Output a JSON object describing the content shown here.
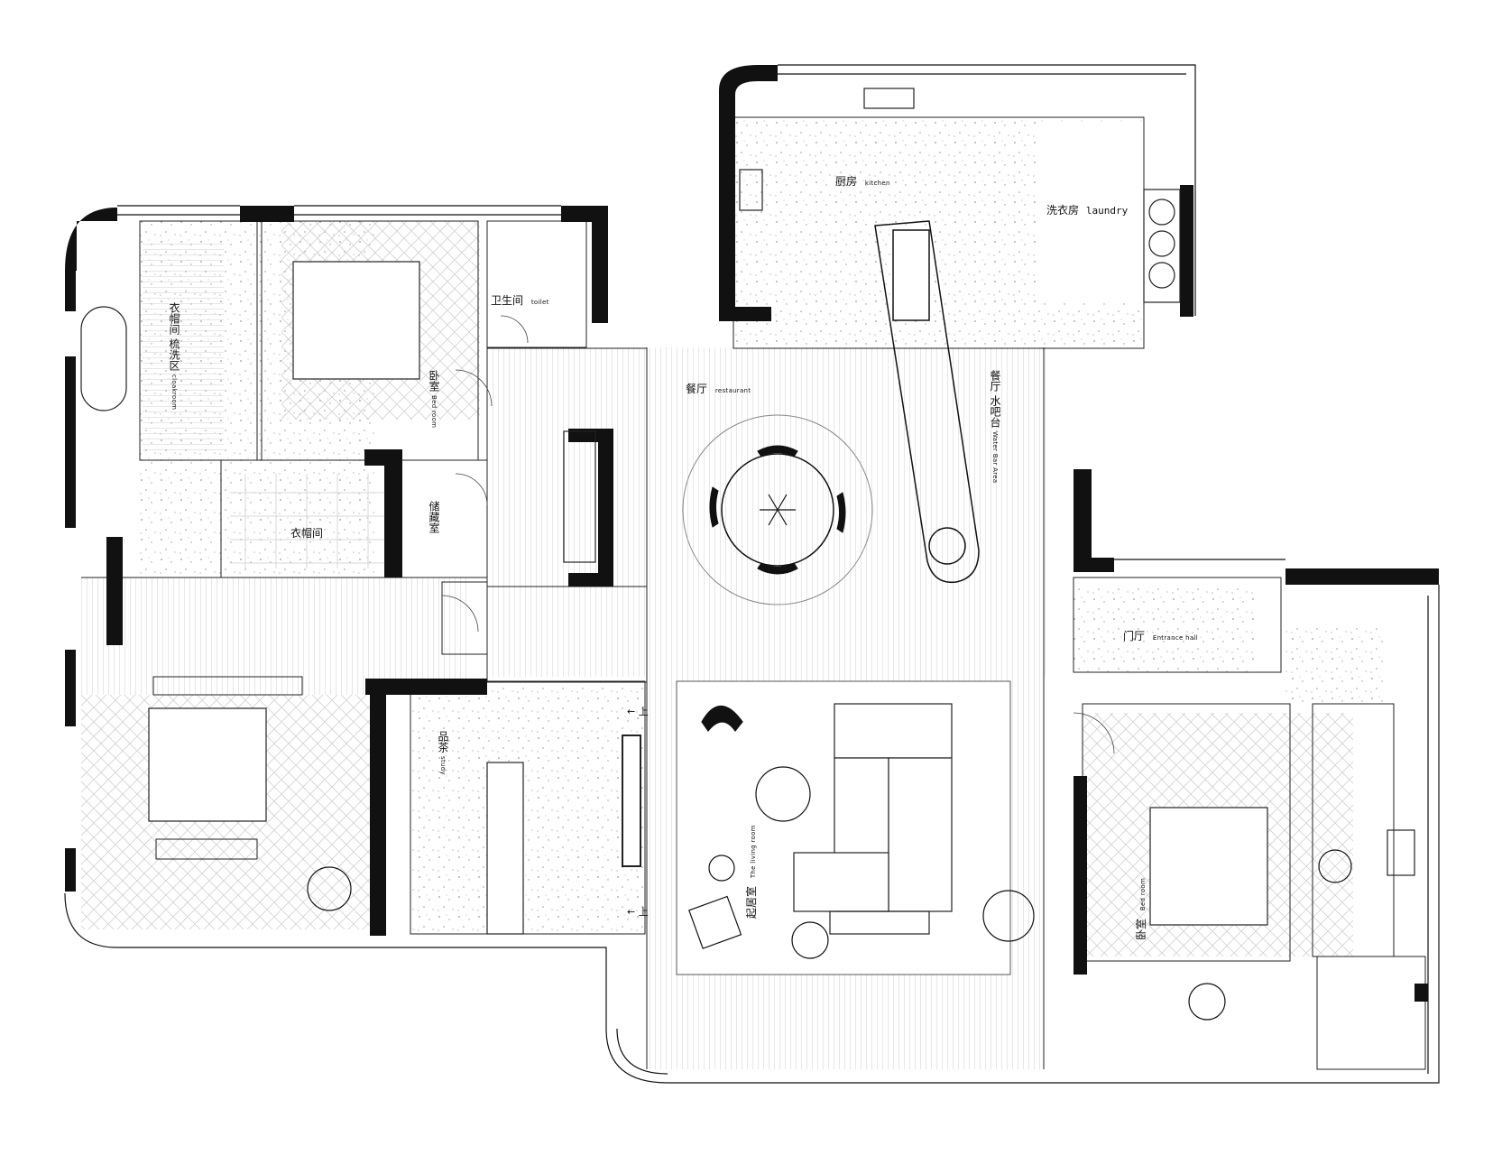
{
  "rooms": {
    "cloakroom": {
      "cn": "衣帽间  梳洗区",
      "en": "cloakroom"
    },
    "bedroom_nw": {
      "cn": "卧室",
      "en": "Bed room"
    },
    "toilet": {
      "cn": "卫生间",
      "en": "toilet"
    },
    "storage": {
      "cn": "储藏室"
    },
    "closet": {
      "cn": "衣帽间"
    },
    "kitchen": {
      "cn": "厨房",
      "en": "kitchen"
    },
    "laundry": {
      "cn": "洗衣房",
      "en": "laundry"
    },
    "restaurant": {
      "cn": "餐厅",
      "en": "restaurant"
    },
    "water_bar": {
      "cn": "餐厅 水吧台",
      "en": "Water Bar Area"
    },
    "entrance": {
      "cn": "门厅",
      "en": "Entrance hall"
    },
    "study": {
      "cn": "品茶",
      "en": "study"
    },
    "living": {
      "cn": "起居室",
      "en": "The living room"
    },
    "bedroom_se": {
      "cn": "卧室",
      "en": "Bed room"
    }
  },
  "markers": {
    "up": "上"
  },
  "colors": {
    "wall": "#111111",
    "line": "#222222",
    "tile": "#bdbdbd",
    "floor": "#ffffff"
  }
}
